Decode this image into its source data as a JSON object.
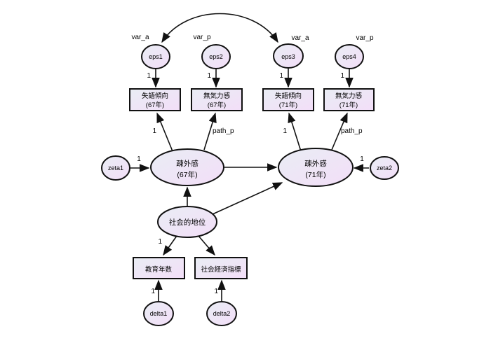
{
  "diagram_type": "SEM path diagram (stability of alienation model)",
  "nodes": {
    "eps1": "eps1",
    "eps2": "eps2",
    "eps3": "eps3",
    "eps4": "eps4",
    "zeta1": "zeta1",
    "zeta2": "zeta2",
    "delta1": "delta1",
    "delta2": "delta2",
    "anomia67": {
      "line1": "失語傾向",
      "line2": "(67年)"
    },
    "powerless67": {
      "line1": "無気力感",
      "line2": "(67年)"
    },
    "anomia71": {
      "line1": "失語傾向",
      "line2": "(71年)"
    },
    "powerless71": {
      "line1": "無気力感",
      "line2": "(71年)"
    },
    "alienation67": {
      "line1": "疎外感",
      "line2": "(67年)"
    },
    "alienation71": {
      "line1": "疎外感",
      "line2": "(71年)"
    },
    "ses": "社会的地位",
    "education": "教育年数",
    "sei": "社会経済指標"
  },
  "param_labels": {
    "var_a_eps1": "var_a",
    "var_p_eps2": "var_p",
    "var_a_eps3": "var_a",
    "var_p_eps4": "var_p",
    "eps1_loading": "1",
    "eps2_loading": "1",
    "eps3_loading": "1",
    "eps4_loading": "1",
    "anomia67_loading": "1",
    "powerless67_loading": "path_p",
    "anomia71_loading": "1",
    "powerless71_loading": "path_p",
    "zeta1_path": "1",
    "zeta2_path": "1",
    "education_loading": "1",
    "delta1_path": "1",
    "delta2_path": "1"
  },
  "colors": {
    "background": "#ffffff",
    "node_fill_start": "#e9edf4",
    "node_fill_end": "#f3def8",
    "stroke": "#111111",
    "text": "#000000"
  }
}
